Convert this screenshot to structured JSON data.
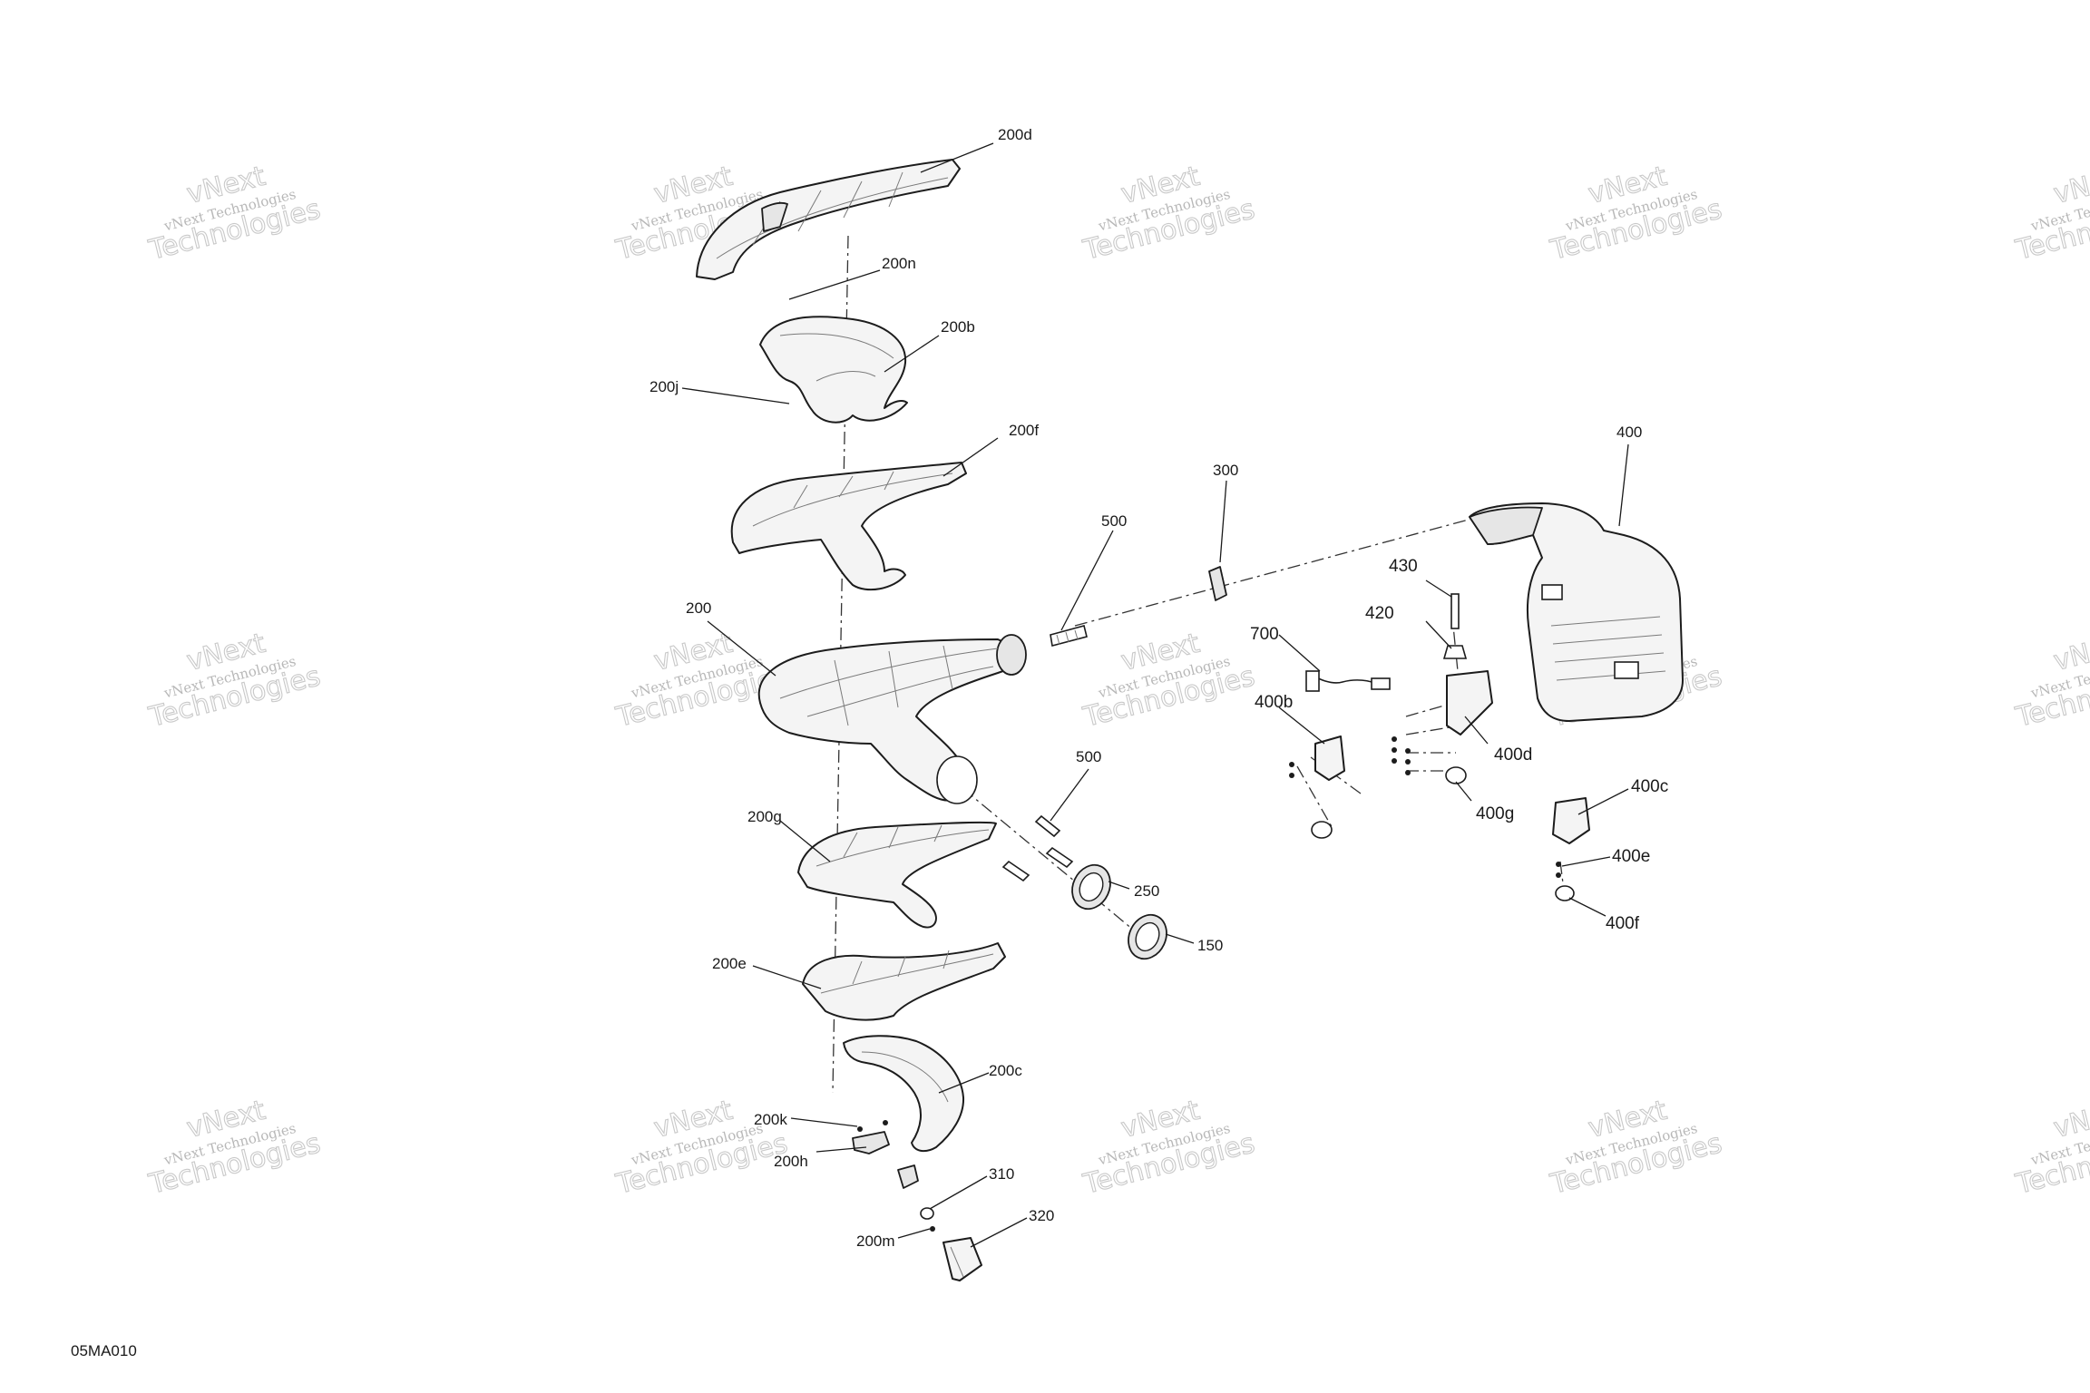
{
  "figure_code": "05MA010",
  "watermark": {
    "line1": "vNext",
    "line2": "vNext Technologies",
    "line3": "Technologies"
  },
  "callouts": {
    "c200d": "200d",
    "c200n": "200n",
    "c200b": "200b",
    "c200j": "200j",
    "c200f": "200f",
    "c200": "200",
    "c500a": "500",
    "c500b": "500",
    "c300": "300",
    "c400": "400",
    "c430": "430",
    "c420": "420",
    "c700": "700",
    "c400b": "400b",
    "c400d": "400d",
    "c400g": "400g",
    "c400c": "400c",
    "c400e": "400e",
    "c400f": "400f",
    "c200g": "200g",
    "c250": "250",
    "c150": "150",
    "c200e": "200e",
    "c200c": "200c",
    "c200k": "200k",
    "c200h": "200h",
    "c310": "310",
    "c320": "320",
    "c200m": "200m"
  }
}
